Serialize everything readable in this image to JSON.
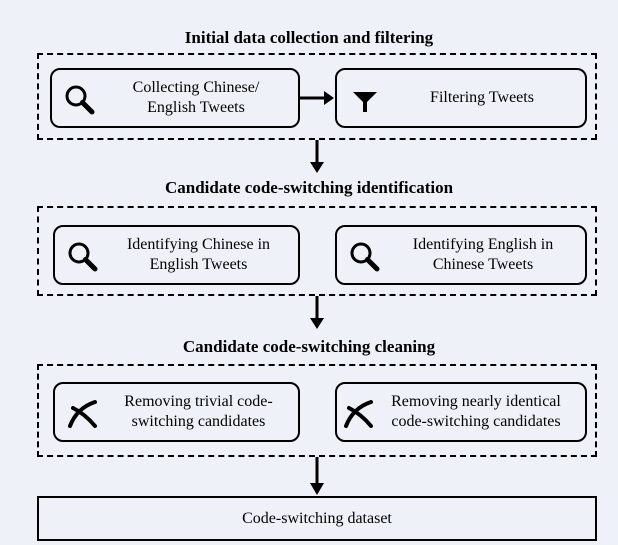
{
  "stages": [
    {
      "title": "Initial data collection and filtering",
      "steps": [
        {
          "label": "Collecting Chinese/\nEnglish Tweets",
          "icon": "search-icon"
        },
        {
          "label": "Filtering Tweets",
          "icon": "filter-icon"
        }
      ]
    },
    {
      "title": "Candidate code-switching identification",
      "steps": [
        {
          "label": "Identifying Chinese in\nEnglish Tweets",
          "icon": "search-icon"
        },
        {
          "label": "Identifying English in\nChinese Tweets",
          "icon": "search-icon"
        }
      ]
    },
    {
      "title": "Candidate code-switching cleaning",
      "steps": [
        {
          "label": "Removing trivial code-\nswitching candidates",
          "icon": "remove-icon"
        },
        {
          "label": "Removing nearly identical\ncode-switching candidates",
          "icon": "remove-icon"
        }
      ]
    }
  ],
  "output": {
    "label": "Code-switching dataset"
  }
}
